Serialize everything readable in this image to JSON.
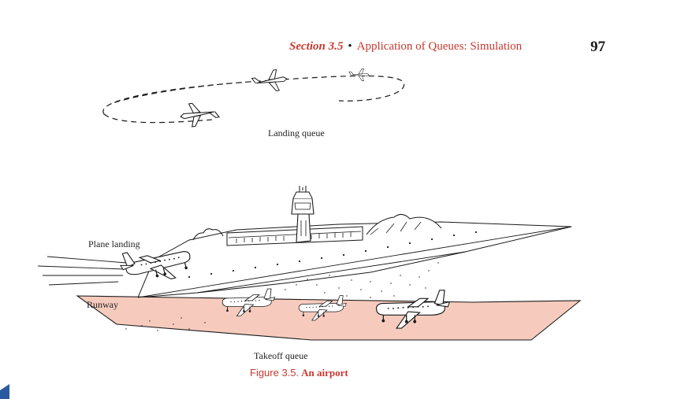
{
  "header": {
    "section_number": "Section 3.5",
    "section_title": "Application of Queues: Simulation",
    "page_number": "97"
  },
  "figure": {
    "labels": {
      "landing_queue": "Landing queue",
      "plane_landing": "Plane landing",
      "runway": "Runway",
      "takeoff_queue": "Takeoff queue"
    },
    "colors": {
      "runway_fill": "#f6cbbd",
      "line": "#1a1a1a",
      "accent": "#c8382e",
      "corner_mark": "#2c5aa0"
    }
  },
  "caption": {
    "number": "Figure 3.5.",
    "title": "An airport"
  }
}
